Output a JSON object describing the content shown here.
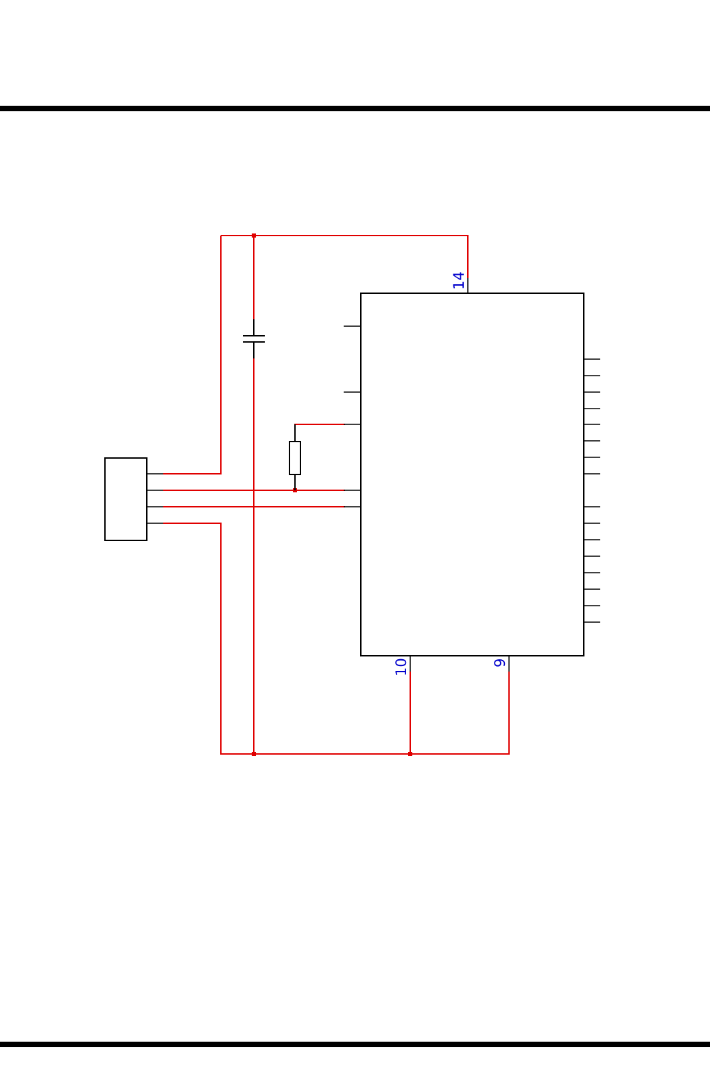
{
  "schematic": {
    "colors": {
      "wire": "#e00000",
      "component": "#000000",
      "pin_number": "#0000cc",
      "background": "#ffffff"
    },
    "components": {
      "ic": {
        "pin_top": "14",
        "pin_bottom_left": "10",
        "pin_bottom_right": "9"
      },
      "connector": "4-pin-header",
      "capacitor": "capacitor",
      "resistor": "resistor"
    }
  }
}
